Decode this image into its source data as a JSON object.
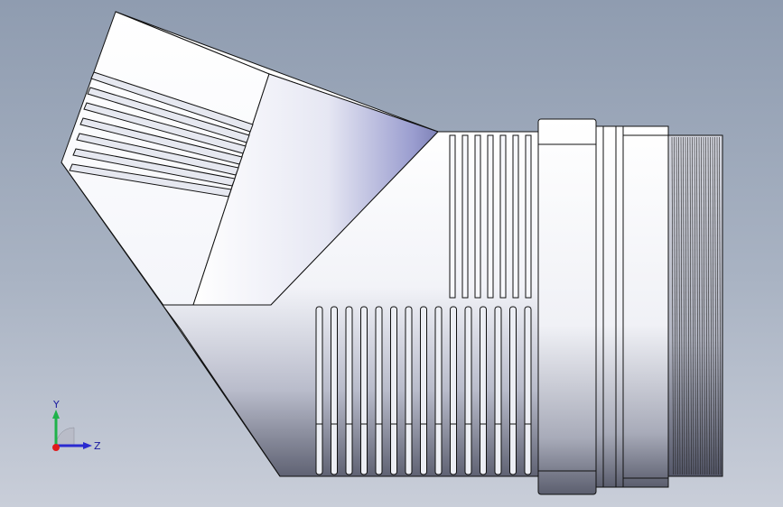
{
  "viewport": {
    "background_top": "#8f9cb0",
    "background_bottom": "#c9ced9",
    "model": "elbow-fitting"
  },
  "triad": {
    "y_label": "Y",
    "z_label": "Z",
    "y_color": "#1fb24a",
    "z_color": "#2a2ad0",
    "x_color": "#e01b1b"
  },
  "colors": {
    "edge": "#111111",
    "face_light": "#ffffff",
    "face_mid": "#d7dae6",
    "face_dark": "#6d7080",
    "face_blue": "#8f93c9"
  }
}
